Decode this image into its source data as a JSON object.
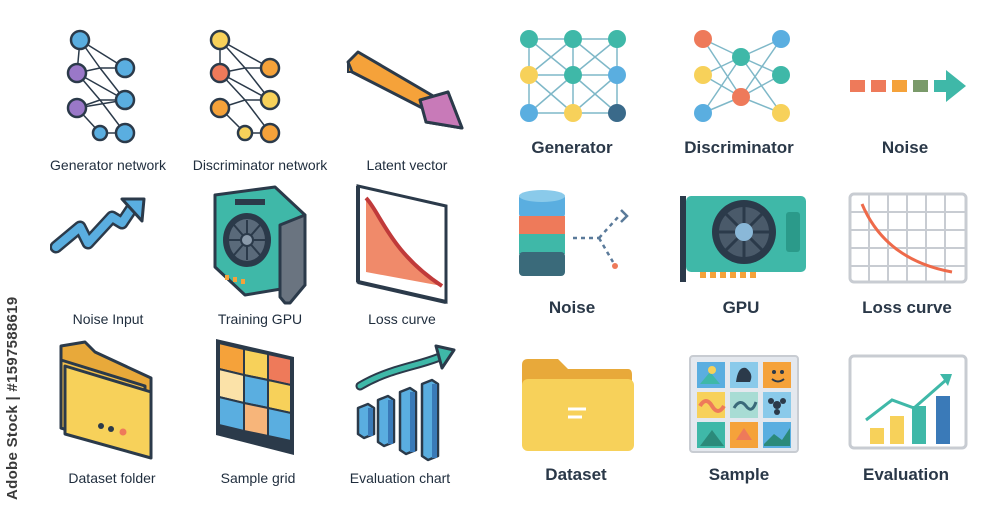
{
  "left_set": {
    "generator_network": "Generator network",
    "discriminator_network": "Discriminator network",
    "latent_vector": "Latent vector",
    "noise_input": "Noise Input",
    "training_gpu": "Training GPU",
    "loss_curve": "Loss curve",
    "dataset_folder": "Dataset folder",
    "sample_grid": "Sample grid",
    "evaluation_chart": "Evaluation chart"
  },
  "right_set": {
    "generator": "Generator",
    "discriminator": "Discriminator",
    "noise_arrow": "Noise",
    "noise_stack": "Noise",
    "gpu": "GPU",
    "loss_curve": "Loss curve",
    "dataset": "Dataset",
    "sample": "Sample",
    "evaluation": "Evaluation"
  },
  "watermark": "Adobe Stock | #1597588619",
  "colors": {
    "outline": "#2b3a4a",
    "teal": "#3fb8a8",
    "blue": "#5aaee0",
    "orange": "#f5a23a",
    "yellow": "#f7d15a",
    "coral": "#ee7a5a",
    "purple": "#9a78c8",
    "pink": "#d86aa0"
  }
}
